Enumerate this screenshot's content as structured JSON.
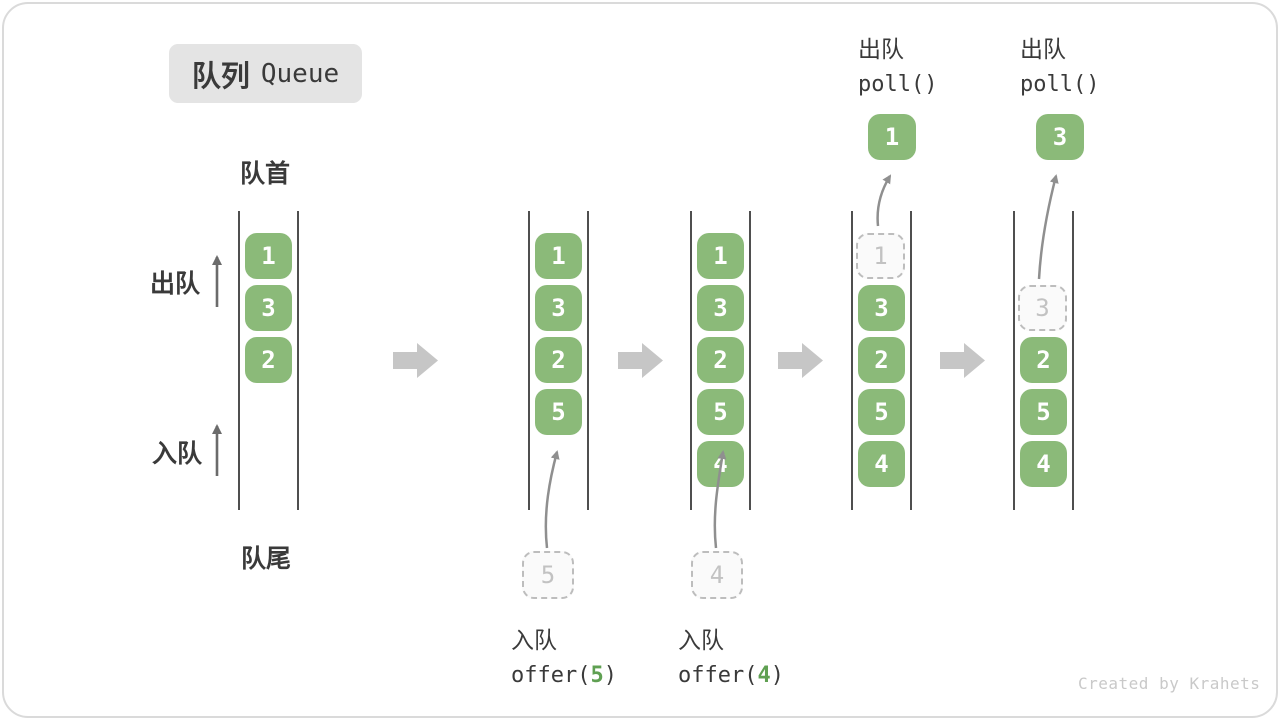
{
  "header": {
    "title_zh": "队列",
    "title_en": "Queue"
  },
  "labels": {
    "front": "队首",
    "rear": "队尾",
    "dequeue_side": "出队",
    "enqueue_side": "入队"
  },
  "columns": [
    {
      "cells": [
        {
          "row": 0,
          "value": "1",
          "style": "solid"
        },
        {
          "row": 1,
          "value": "3",
          "style": "solid"
        },
        {
          "row": 2,
          "value": "2",
          "style": "solid"
        }
      ]
    },
    {
      "cells": [
        {
          "row": 0,
          "value": "1",
          "style": "solid"
        },
        {
          "row": 1,
          "value": "3",
          "style": "solid"
        },
        {
          "row": 2,
          "value": "2",
          "style": "solid"
        },
        {
          "row": 3,
          "value": "5",
          "style": "solid"
        }
      ],
      "pending": "5"
    },
    {
      "cells": [
        {
          "row": 0,
          "value": "1",
          "style": "solid"
        },
        {
          "row": 1,
          "value": "3",
          "style": "solid"
        },
        {
          "row": 2,
          "value": "2",
          "style": "solid"
        },
        {
          "row": 3,
          "value": "5",
          "style": "solid"
        },
        {
          "row": 4,
          "value": "4",
          "style": "solid"
        }
      ],
      "pending": "4"
    },
    {
      "cells": [
        {
          "row": 0,
          "value": "1",
          "style": "ghost"
        },
        {
          "row": 1,
          "value": "3",
          "style": "solid"
        },
        {
          "row": 2,
          "value": "2",
          "style": "solid"
        },
        {
          "row": 3,
          "value": "5",
          "style": "solid"
        },
        {
          "row": 4,
          "value": "4",
          "style": "solid"
        }
      ],
      "popped": "1"
    },
    {
      "cells": [
        {
          "row": 1,
          "value": "3",
          "style": "ghost"
        },
        {
          "row": 2,
          "value": "2",
          "style": "solid"
        },
        {
          "row": 3,
          "value": "5",
          "style": "solid"
        },
        {
          "row": 4,
          "value": "4",
          "style": "solid"
        }
      ],
      "popped": "3"
    }
  ],
  "operations": {
    "enqueue": [
      {
        "action": "入队",
        "code_prefix": "offer(",
        "arg": "5",
        "code_suffix": ")"
      },
      {
        "action": "入队",
        "code_prefix": "offer(",
        "arg": "4",
        "code_suffix": ")"
      }
    ],
    "dequeue": [
      {
        "action": "出队",
        "code": "poll()"
      },
      {
        "action": "出队",
        "code": "poll()"
      }
    ]
  },
  "footer": {
    "credit": "Created by Krahets"
  },
  "colors": {
    "box_green": "#8BBA79",
    "ghost_gray": "#BDBDBD",
    "block_arrow_gray": "#C6C6C6",
    "flow_arrow_gray": "#8F8F8F",
    "text_dark": "#3A3A3A",
    "code_arg_green": "#5FA052",
    "credit_gray": "#C9C9C9",
    "title_bg_gray": "#E4E4E4"
  }
}
